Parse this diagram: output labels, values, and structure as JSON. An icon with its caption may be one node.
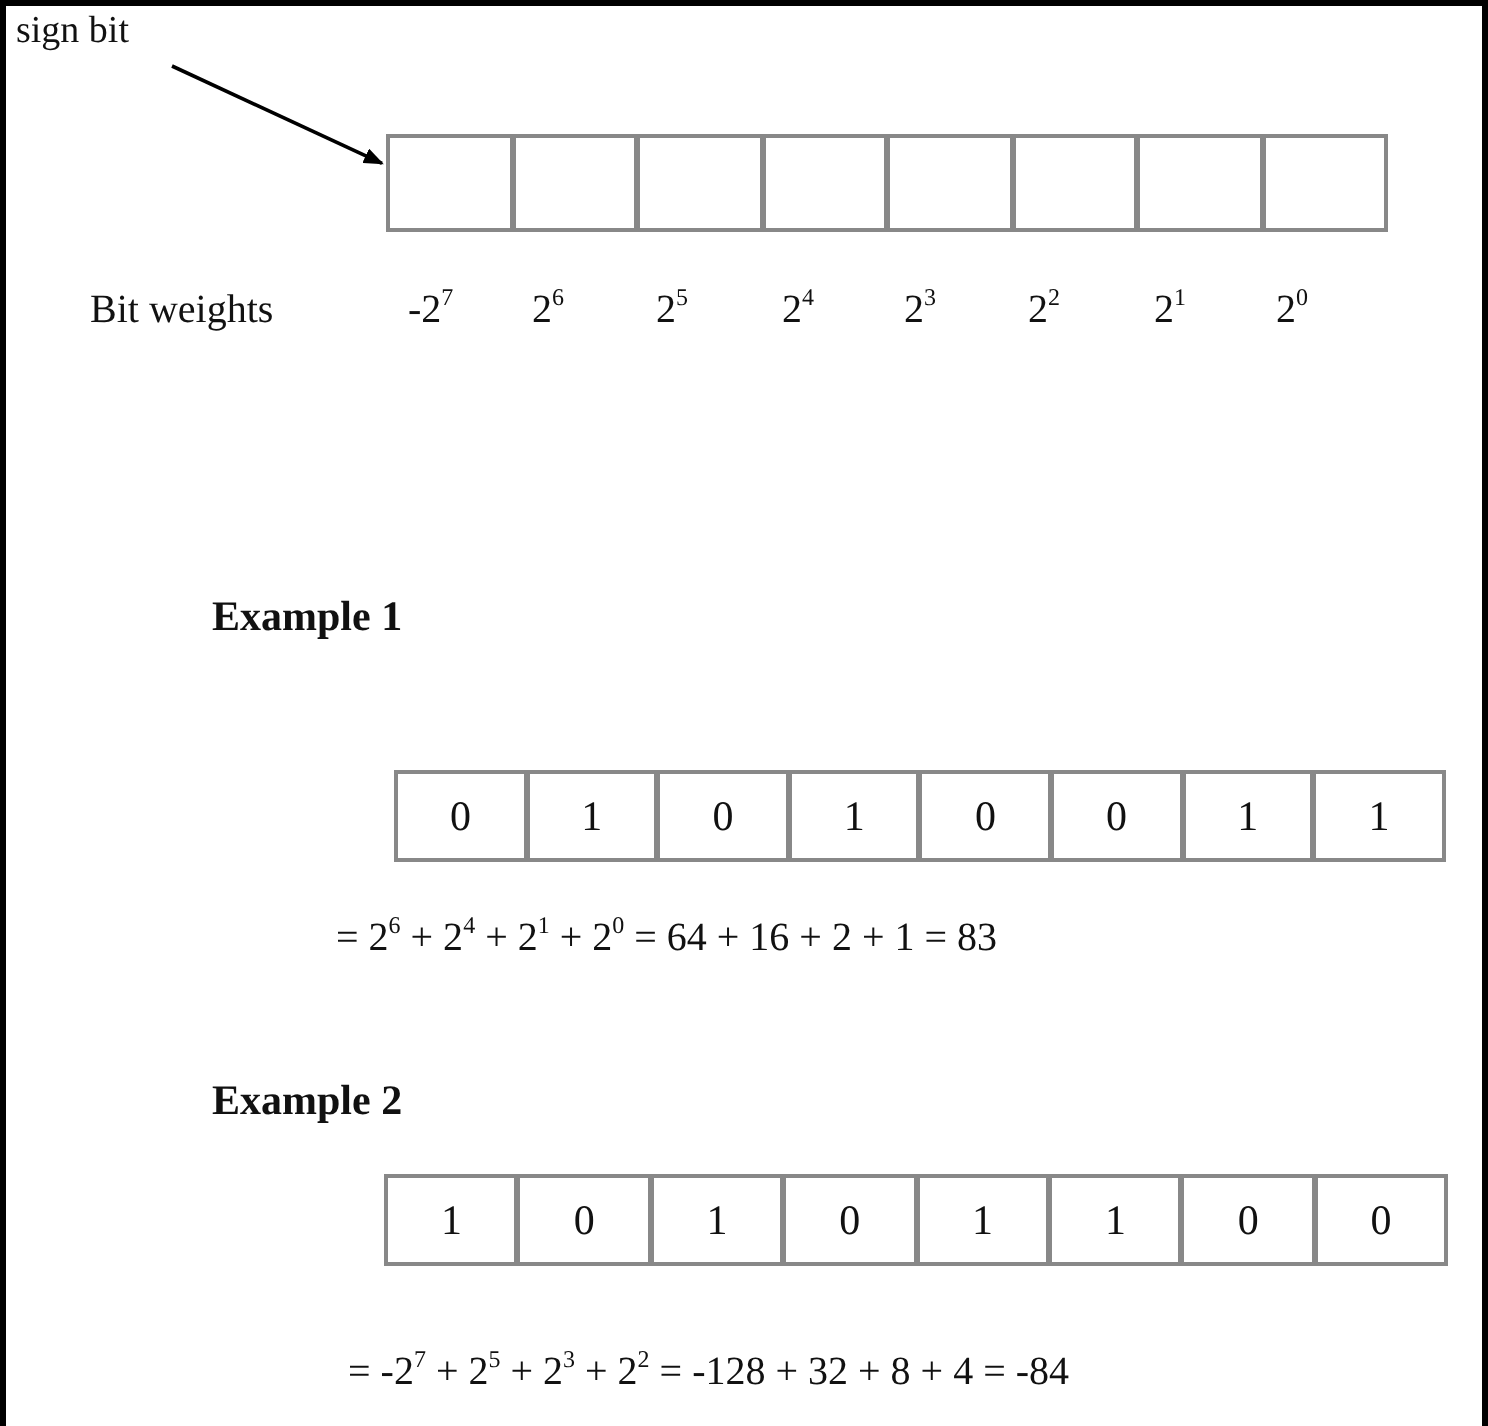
{
  "diagram": {
    "nodes": [
      {
        "text": [
          "sign bit"
        ]
      },
      {
        "text": [],
        "shape": "box"
      },
      {
        "text": [],
        "shape": "box"
      },
      {
        "text": [],
        "shape": "box"
      },
      {
        "text": [],
        "shape": "box"
      },
      {
        "text": [],
        "shape": "box"
      },
      {
        "text": [],
        "shape": "box"
      },
      {
        "text": [],
        "shape": "box"
      },
      {
        "text": [],
        "shape": "box"
      },
      {
        "text": [
          "0"
        ]
      },
      {
        "text": [
          "1"
        ]
      },
      {
        "text": [
          "0"
        ]
      },
      {
        "text": [
          "1"
        ]
      },
      {
        "text": [
          "0"
        ]
      },
      {
        "text": [
          "0"
        ]
      },
      {
        "text": [
          "1"
        ]
      },
      {
        "text": [
          "1"
        ]
      },
      {
        "text": [
          "1"
        ]
      },
      {
        "text": [
          "0"
        ]
      },
      {
        "text": [
          "1"
        ]
      },
      {
        "text": [
          "0"
        ]
      },
      {
        "text": [
          "1"
        ]
      },
      {
        "text": [
          "1"
        ]
      },
      {
        "text": [
          "0"
        ]
      },
      {
        "text": [
          "0"
        ]
      }
    ],
    "edges": [
      {
        "from": 0,
        "to": 1,
        "arrow": "to"
      }
    ],
    "labels": [
      "Bit weights",
      "-2$^{7}$",
      "2$^{6}$",
      "2$^{5}$",
      "2$^{4}$",
      "2$^{3}$",
      "2$^{2}$",
      "2$^{1}$",
      "2$^{0}$",
      "Example 1",
      "= 2$^{6}$ + 2$^{4}$ + 2$^{1}$ + 2$^{0}$ = 64 + 16 + 2 + 1 = 83",
      "Example 2",
      "= -2$^{7}$ + 2$^{5}$ + 2$^{3}$ + 2$^{2}$ = -128 + 32 + 8 + 4 = -84"
    ]
  }
}
